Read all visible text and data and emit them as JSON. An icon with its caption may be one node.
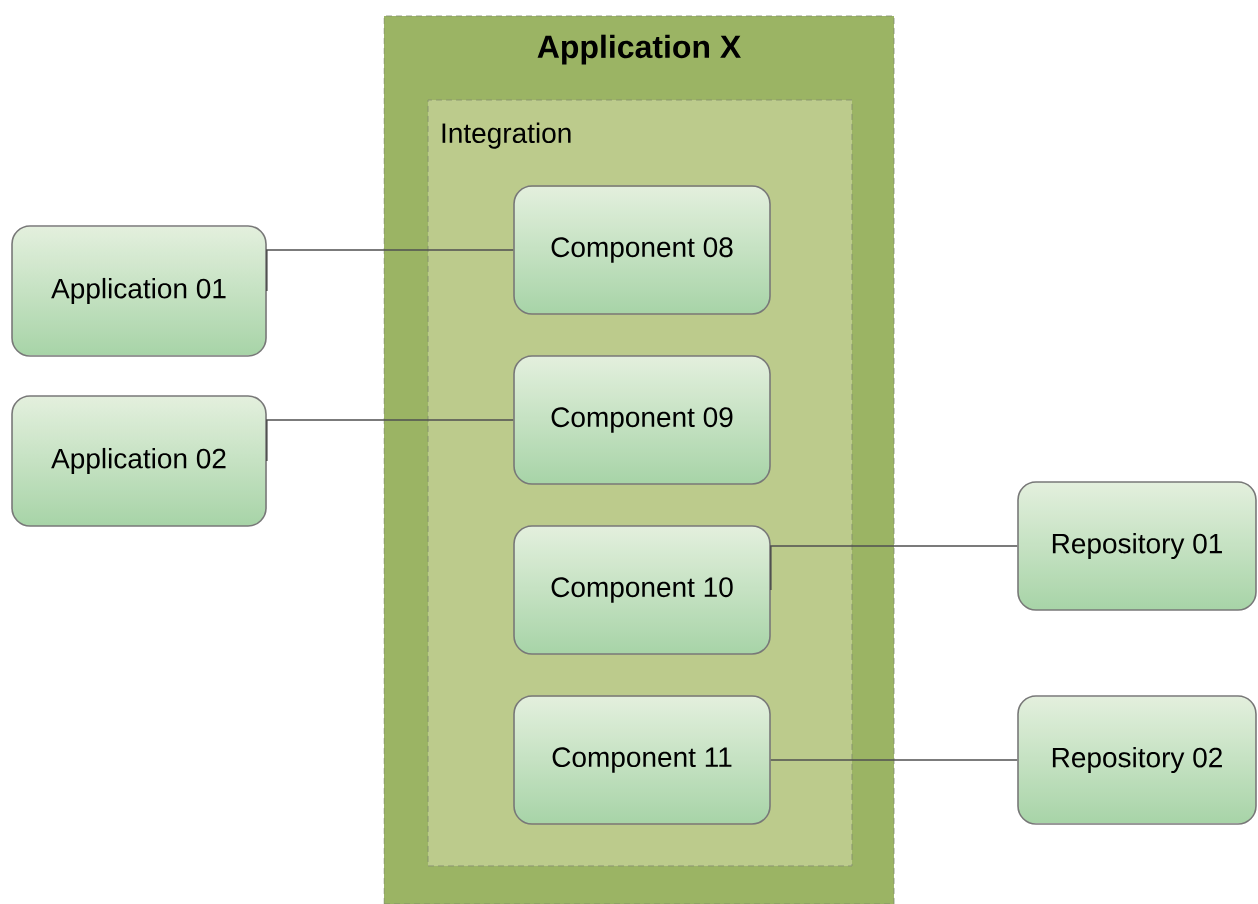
{
  "diagram": {
    "nodes": [
      {
        "text": [
          "Application X"
        ]
      },
      {
        "text": [
          "Integration"
        ],
        "in": 0
      },
      {
        "text": [
          "Component 08"
        ],
        "in": 1
      },
      {
        "text": [
          "Component 09"
        ],
        "in": 1
      },
      {
        "text": [
          "Component 10"
        ],
        "in": 1
      },
      {
        "text": [
          "Component 11"
        ],
        "in": 1
      },
      {
        "text": [
          "Application 01"
        ]
      },
      {
        "text": [
          "Application 02"
        ]
      },
      {
        "text": [
          "Repository 01"
        ]
      },
      {
        "text": [
          "Repository 02"
        ]
      }
    ],
    "edges": [
      {
        "from": 6,
        "to": 2,
        "arrow": "none"
      },
      {
        "from": 7,
        "to": 3,
        "arrow": "none"
      },
      {
        "from": 4,
        "to": 8,
        "arrow": "none"
      },
      {
        "from": 5,
        "to": 9,
        "arrow": "none"
      }
    ]
  }
}
